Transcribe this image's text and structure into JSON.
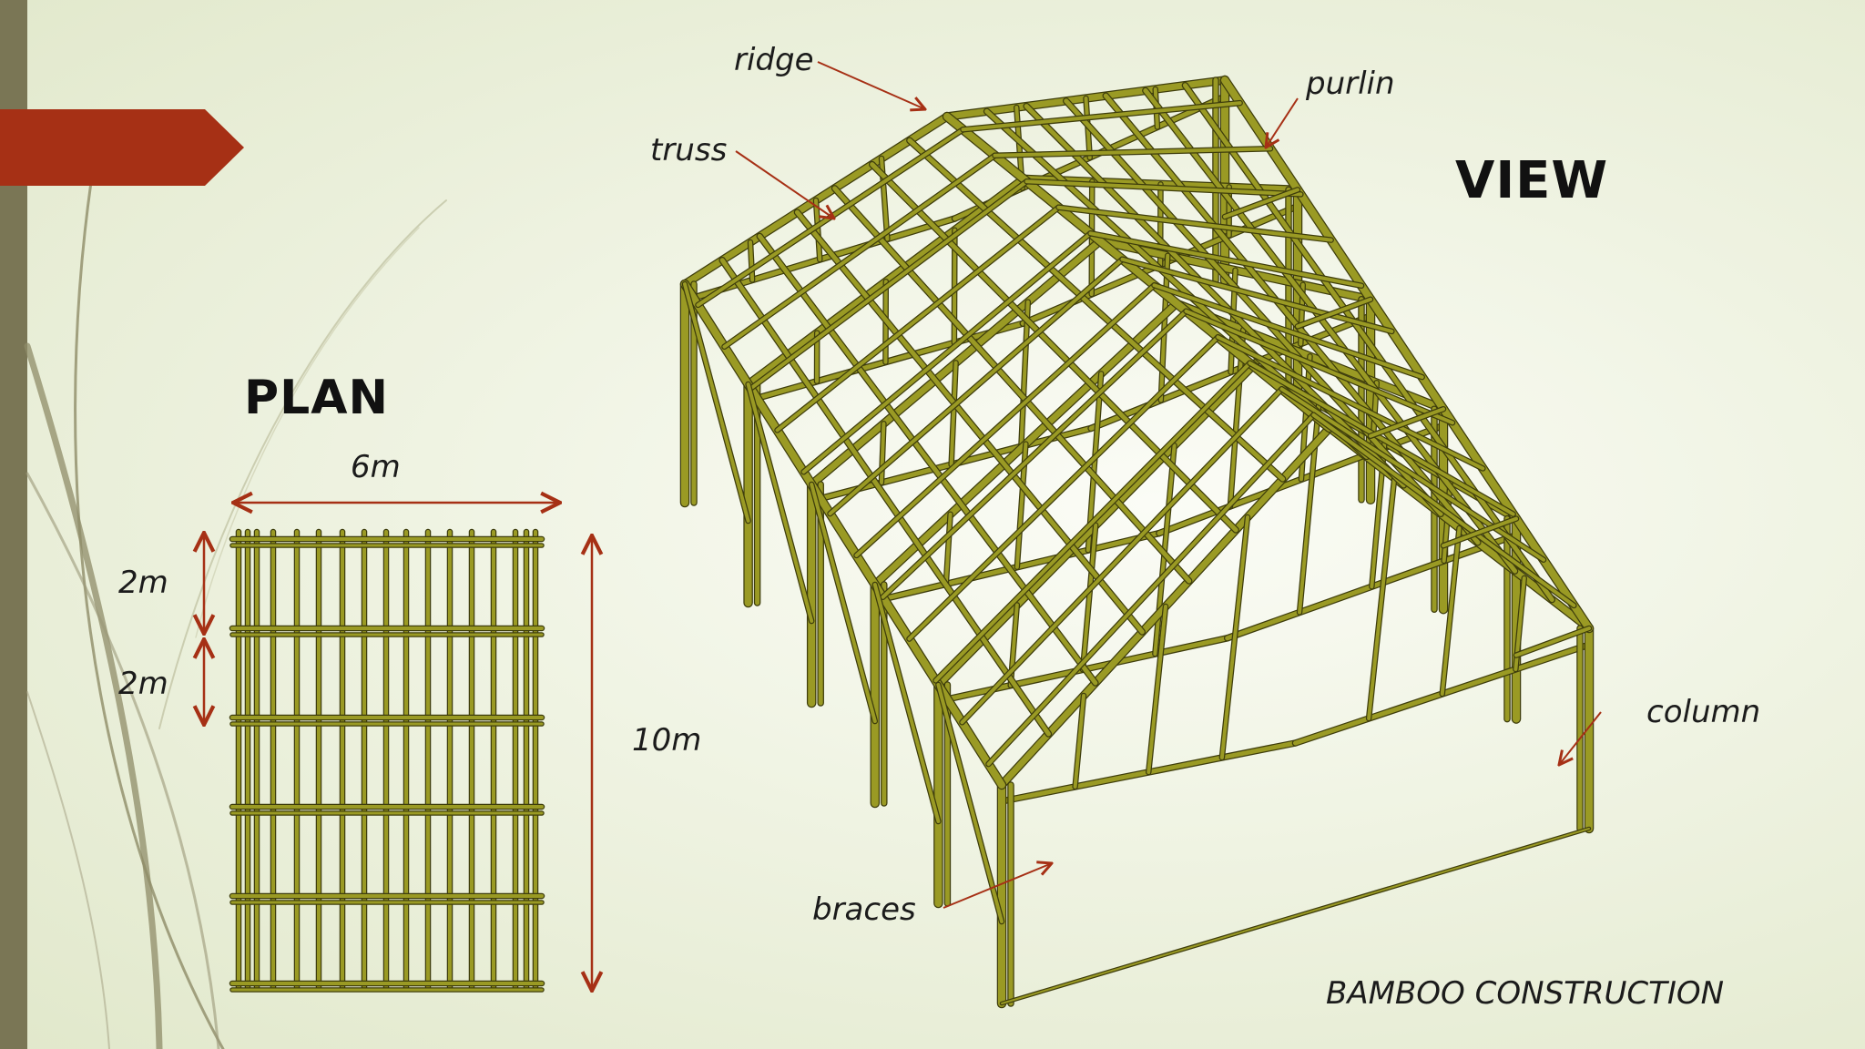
{
  "slide": {
    "accent_color": "#a63015",
    "sidebar_color": "#7a7655",
    "background_color": "#eef2e0"
  },
  "plan": {
    "title": "PLAN",
    "width_label": "6m",
    "bay_label_1": "2m",
    "bay_label_2": "2m",
    "length_label": "10m"
  },
  "view": {
    "title": "VIEW",
    "labels": {
      "ridge": "ridge",
      "purlin": "purlin",
      "truss": "truss",
      "column": "column",
      "braces": "braces"
    }
  },
  "footer": {
    "caption": "BAMBOO CONSTRUCTION"
  },
  "colors": {
    "bamboo": "#9a9a24",
    "bamboo_dark": "#3e3d0c",
    "dimension_arrow": "#a63015"
  }
}
